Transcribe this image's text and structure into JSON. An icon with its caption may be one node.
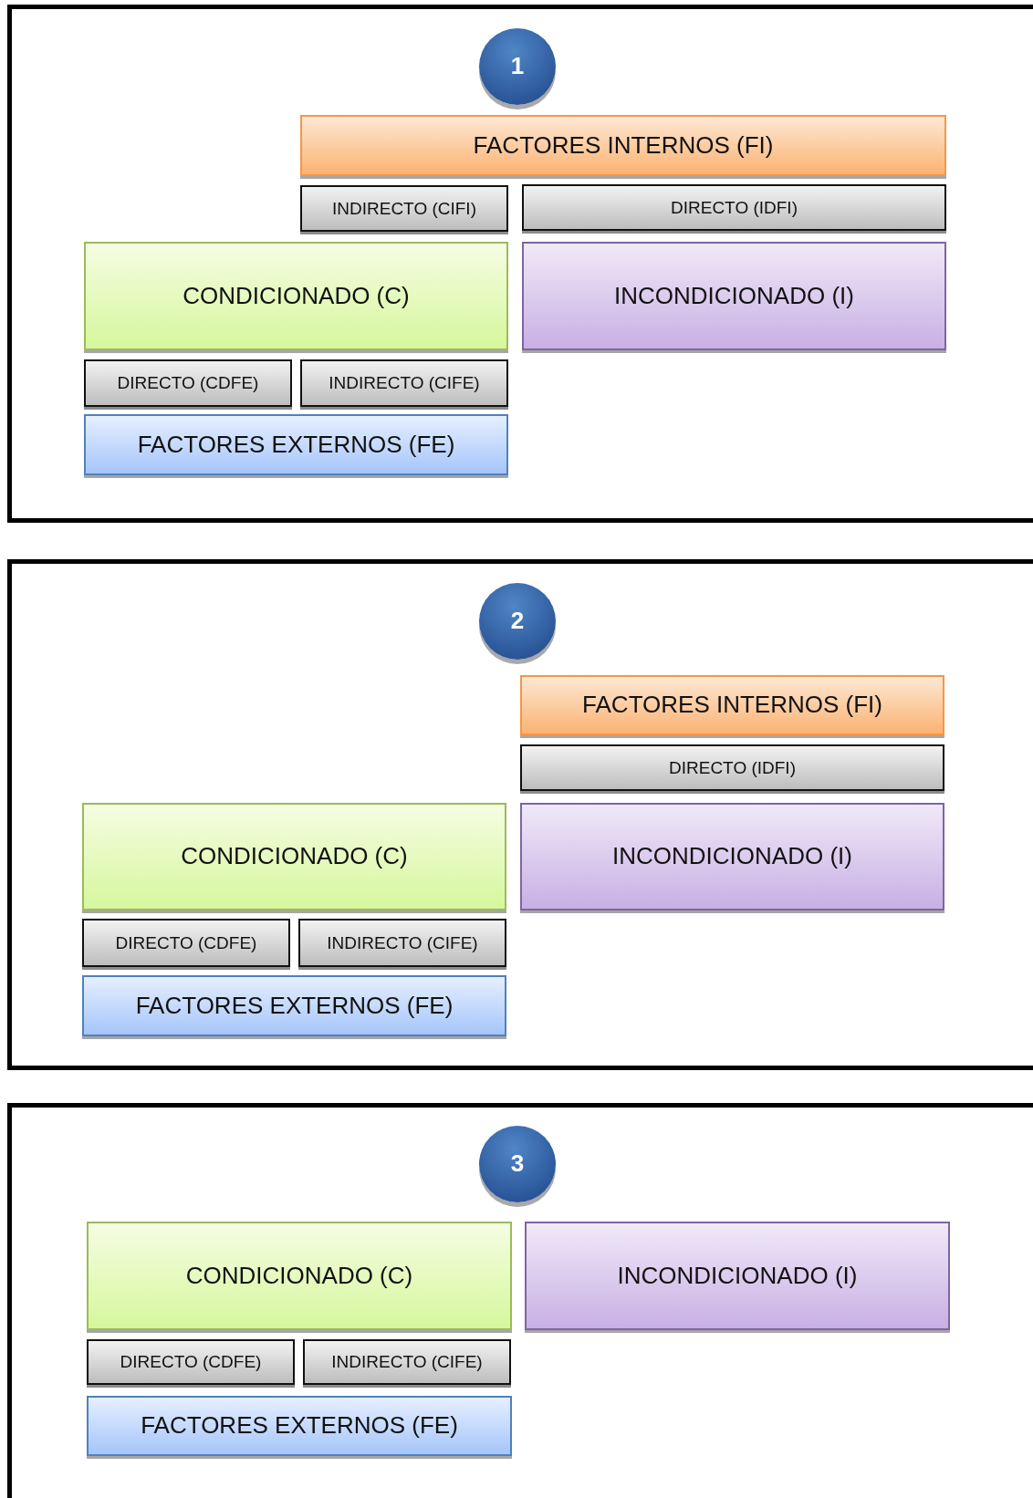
{
  "diagram": {
    "nodes": [
      {
        "text": [],
        "shape": "box"
      },
      {
        "text": [
          "1"
        ],
        "in": 0
      },
      {
        "text": [
          "FACTORES INTERNOS (FI)"
        ],
        "in": 0
      },
      {
        "text": [
          "INDIRECTO (CIFI)"
        ],
        "in": 0
      },
      {
        "text": [
          "DIRECTO (IDFI)"
        ],
        "in": 0
      },
      {
        "text": [
          "CONDICIONADO (C)"
        ],
        "in": 0
      },
      {
        "text": [
          "INCONDICIONADO (I)"
        ],
        "in": 0
      },
      {
        "text": [
          "DIRECTO (CDFE)"
        ],
        "in": 0
      },
      {
        "text": [
          "INDIRECTO (CIFE)"
        ],
        "in": 0
      },
      {
        "text": [
          "FACTORES EXTERNOS (FE)"
        ],
        "in": 0
      },
      {
        "text": [],
        "shape": "box"
      },
      {
        "text": [
          "2"
        ],
        "in": 10
      },
      {
        "text": [
          "FACTORES INTERNOS (FI)"
        ],
        "in": 10
      },
      {
        "text": [
          "DIRECTO (IDFI)"
        ],
        "in": 10
      },
      {
        "text": [
          "CONDICIONADO (C)"
        ],
        "in": 10
      },
      {
        "text": [
          "INCONDICIONADO (I)"
        ],
        "in": 10
      },
      {
        "text": [
          "DIRECTO (CDFE)"
        ],
        "in": 10
      },
      {
        "text": [
          "INDIRECTO (CIFE)"
        ],
        "in": 10
      },
      {
        "text": [
          "FACTORES EXTERNOS (FE)"
        ],
        "in": 10
      },
      {
        "text": [],
        "shape": "box"
      },
      {
        "text": [
          "3"
        ],
        "in": 19
      },
      {
        "text": [
          "CONDICIONADO (C)"
        ],
        "in": 19
      },
      {
        "text": [
          "INCONDICIONADO (I)"
        ],
        "in": 19
      },
      {
        "text": [
          "DIRECTO (CDFE)"
        ],
        "in": 19
      },
      {
        "text": [
          "INDIRECTO (CIFE)"
        ],
        "in": 19
      },
      {
        "text": [
          "FACTORES EXTERNOS (FE)"
        ],
        "in": 19
      }
    ]
  }
}
